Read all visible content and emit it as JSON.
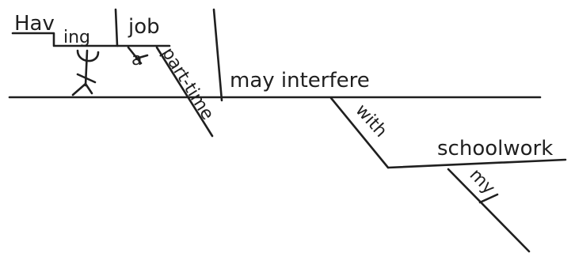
{
  "diagram": {
    "words": {
      "subject_verb": "Hav",
      "subject_suffix": "ing",
      "subject_object": "job",
      "article": "a",
      "modifier": "part-time",
      "predicate": "may interfere",
      "preposition": "with",
      "prep_object": "schoolwork",
      "possessive": "my"
    },
    "ink_color": "#1f1f1f"
  }
}
